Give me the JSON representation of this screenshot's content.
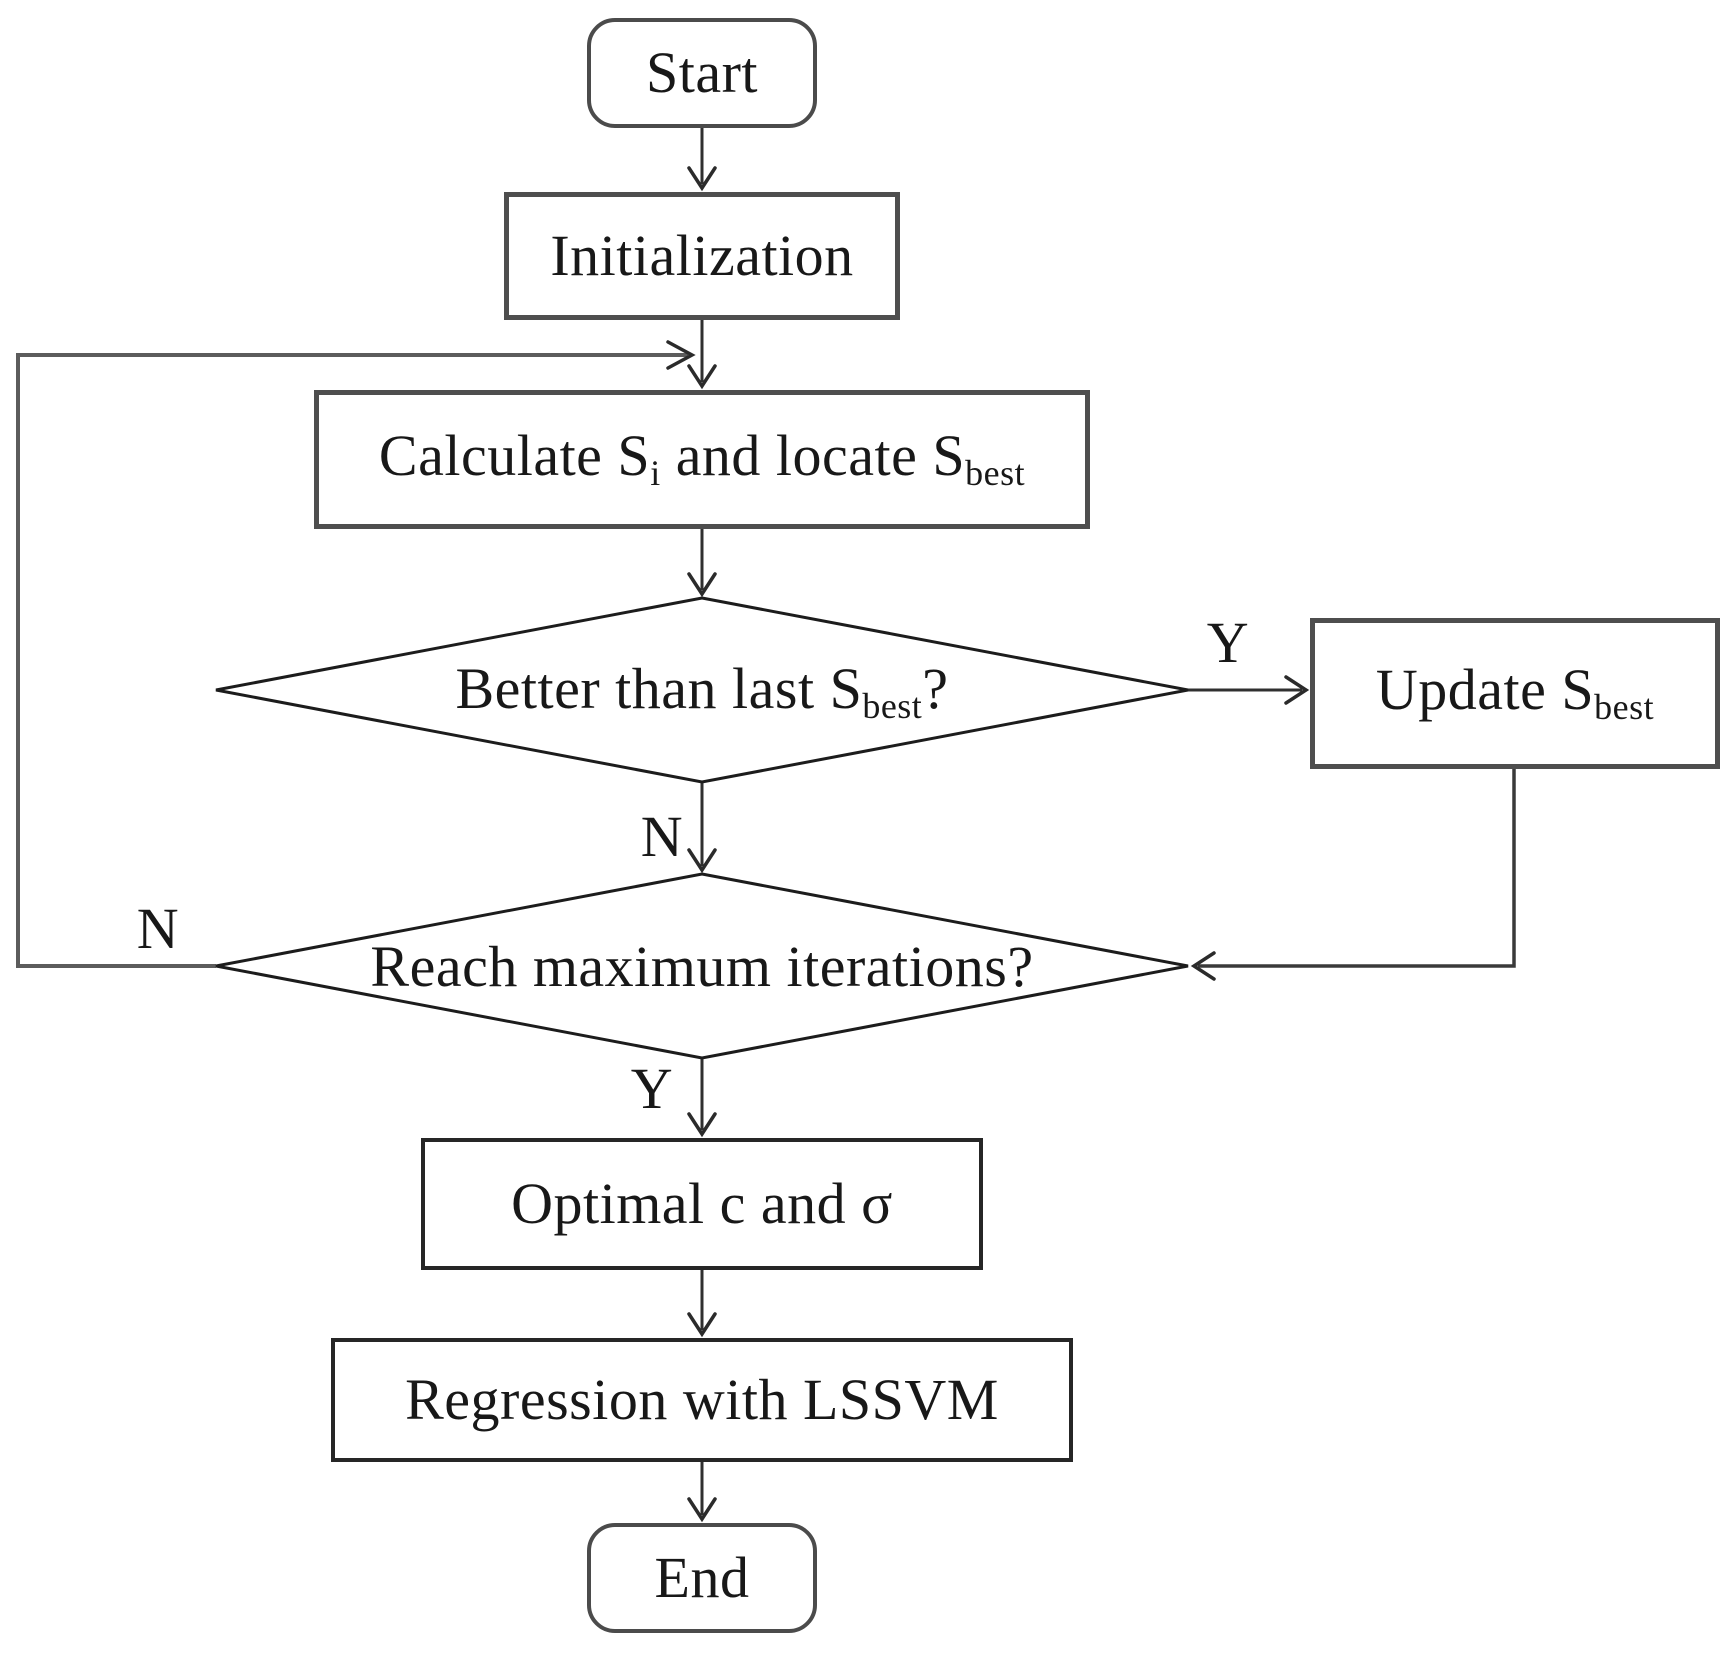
{
  "figure": {
    "background": "#ffffff",
    "line_color": "#303030",
    "loop_line_color": "#5c5c5c",
    "box_border_color": "#4e4e4e",
    "diamond_border_color": "#1c1c1c",
    "text_color": "#181818"
  },
  "nodes": {
    "start": {
      "label": "Start",
      "shape": "terminator"
    },
    "initialization": {
      "label": "Initialization",
      "shape": "process"
    },
    "calculate": {
      "shape": "process",
      "parts": [
        {
          "t": "Calculate S"
        },
        {
          "t": "i",
          "sub": true
        },
        {
          "t": " and locate S"
        },
        {
          "t": "best",
          "sub": true
        }
      ]
    },
    "better_than_last": {
      "shape": "decision",
      "parts": [
        {
          "t": "Better than last S"
        },
        {
          "t": "best",
          "sub": true
        },
        {
          "t": "?"
        }
      ]
    },
    "update_sbest": {
      "shape": "process",
      "parts": [
        {
          "t": "Update S"
        },
        {
          "t": "best",
          "sub": true
        }
      ]
    },
    "reach_max_iterations": {
      "label": "Reach maximum iterations?",
      "shape": "decision"
    },
    "optimal_c_sigma": {
      "label": "Optimal c and σ",
      "shape": "process"
    },
    "regression_lssvm": {
      "label": "Regression with LSSVM",
      "shape": "process"
    },
    "end": {
      "label": "End",
      "shape": "terminator"
    }
  },
  "edge_labels": {
    "better_yes": "Y",
    "better_no": "N",
    "reach_no": "N",
    "reach_yes": "Y"
  }
}
